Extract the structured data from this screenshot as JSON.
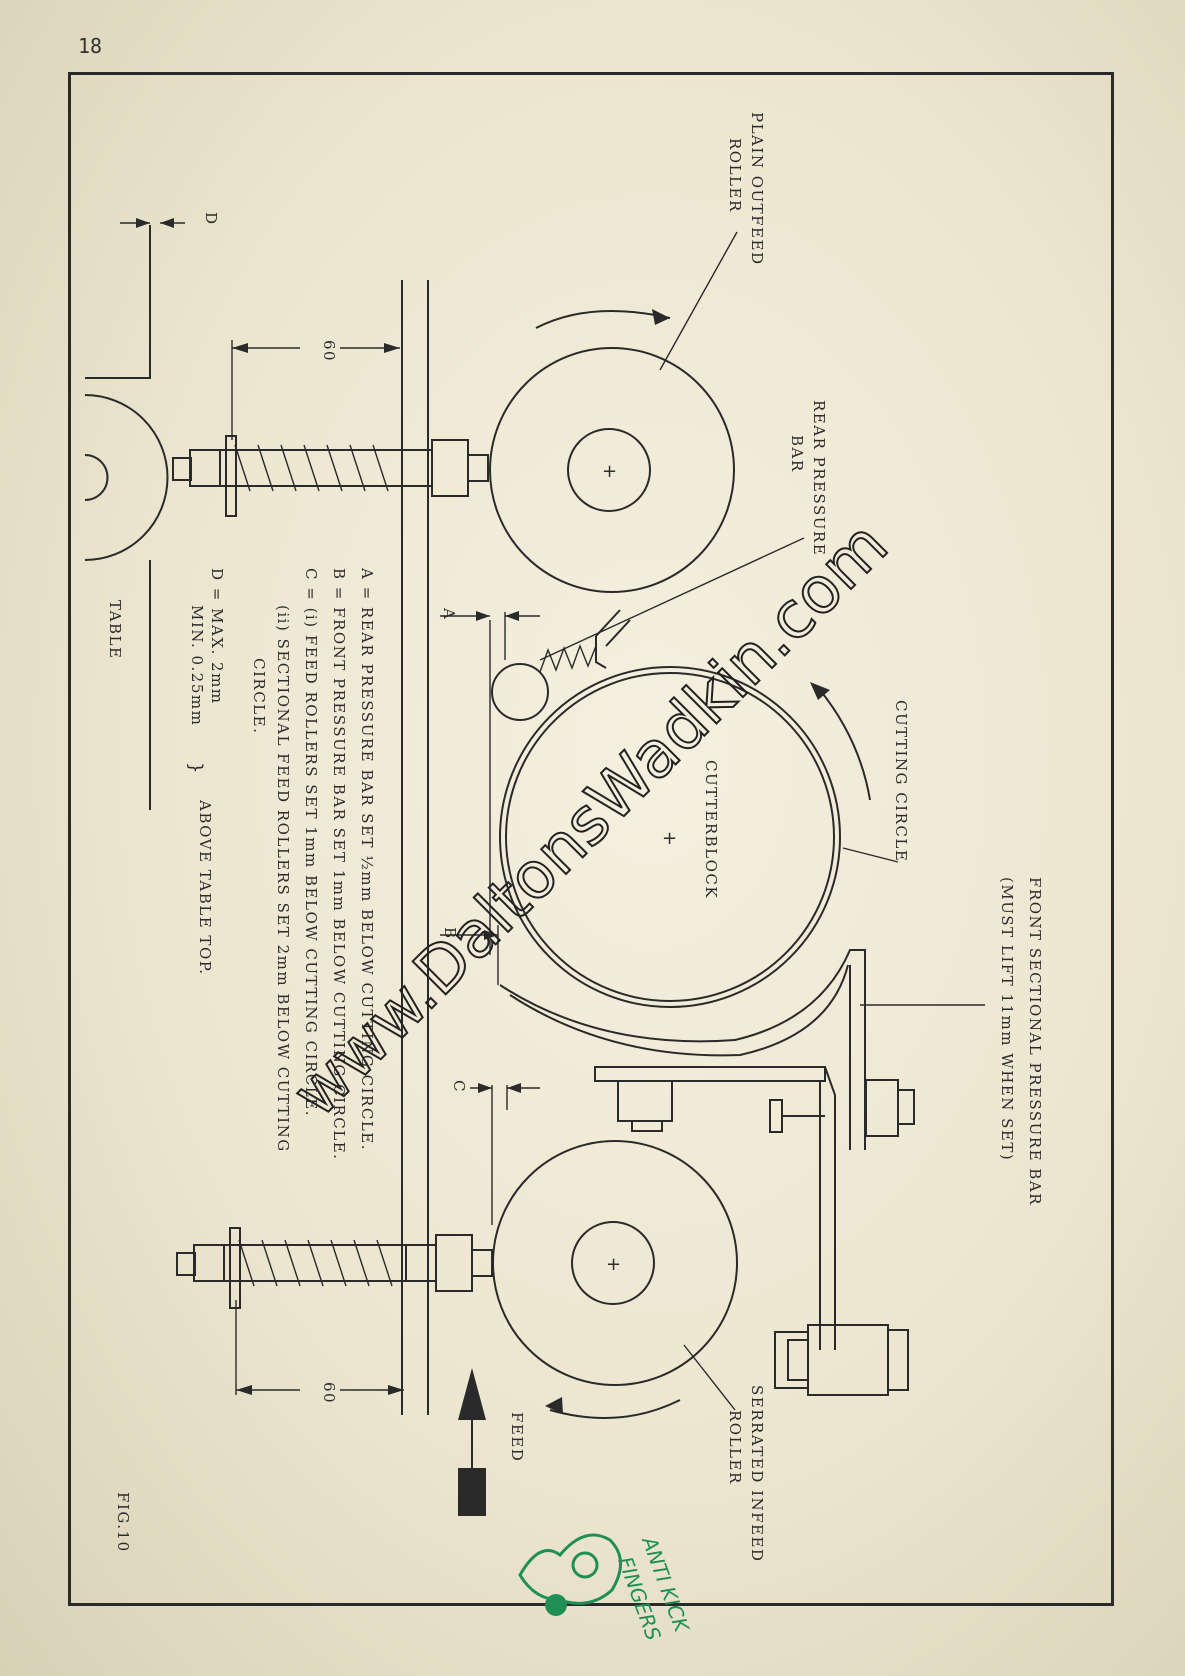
{
  "page_number": "18",
  "figure": "FIG.10",
  "watermark": "www.DaltonsWadkin.com",
  "labels": {
    "plain_outfeed_line1": "PLAIN OUTFEED",
    "plain_outfeed_line2": "ROLLER",
    "rear_pressure_line1": "REAR PRESSURE",
    "rear_pressure_line2": "BAR",
    "cutting_circle": "CUTTING CIRCLE",
    "cutterblock": "CUTTERBLOCK",
    "front_sectional_line1": "FRONT SECTIONAL PRESSURE BAR",
    "front_sectional_line2": "(MUST LIFT 11mm WHEN SET)",
    "serrated_line1": "SERRATED INFEED",
    "serrated_line2": "ROLLER",
    "feed": "FEED",
    "table": "TABLE",
    "dim_60_a": "60",
    "dim_60_b": "60",
    "dim_a": "A",
    "dim_b": "B",
    "dim_c": "C",
    "dim_d": "D"
  },
  "legend": {
    "a": "A = REAR PRESSURE BAR SET ½mm BELOW CUTTING CIRCLE.",
    "b": "B = FRONT PRESSURE BAR SET 1mm BELOW CUTTING CIRCLE.",
    "c1": "C = (i) FEED ROLLERS SET 1mm BELOW CUTTING CIRCLE.",
    "c2": "(ii) SECTIONAL FEED ROLLERS SET 2mm BELOW CUTTING",
    "c3": "CIRCLE.",
    "d1": "D = MAX. 2mm",
    "d2": "MIN. 0.25mm",
    "d3": "ABOVE TABLE TOP."
  },
  "handwritten": {
    "line1": "ANTI KICK",
    "line2": "FINGERS"
  },
  "colors": {
    "ink": "#2a2a2a",
    "paper": "#efe9d4",
    "handwriting": "#1f8f55"
  }
}
